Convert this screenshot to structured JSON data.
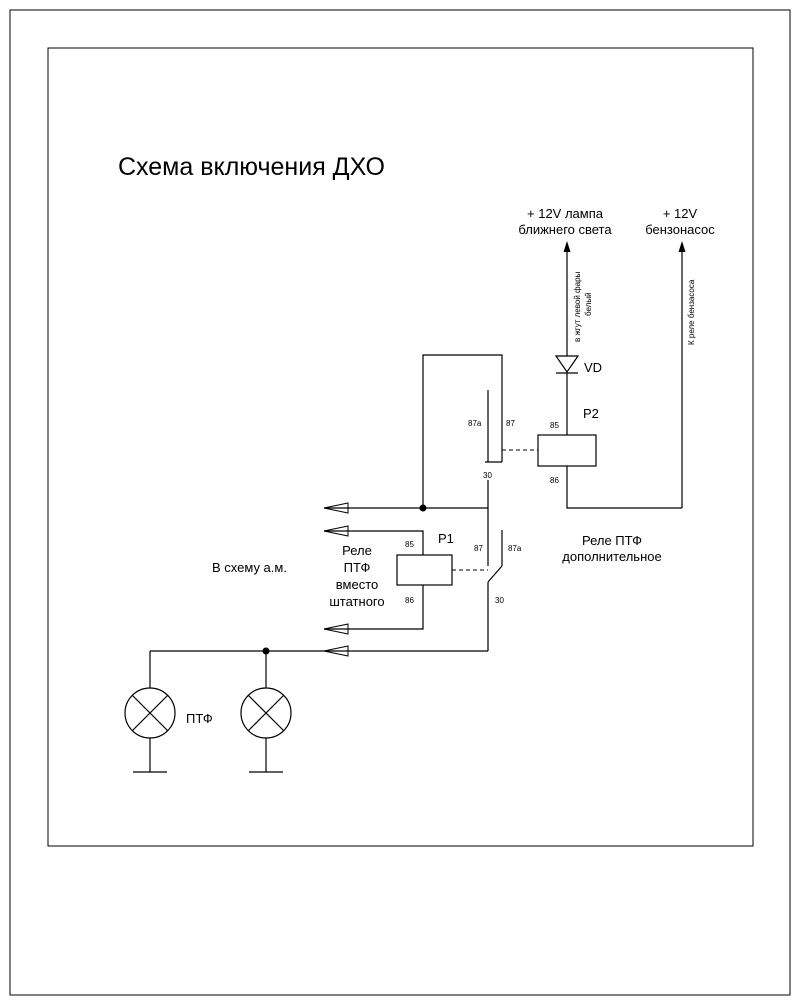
{
  "title": "Схема включения ДХО",
  "supply_low_beam": {
    "line1": "+ 12V лампа",
    "line2": "ближнего света"
  },
  "supply_fuel_pump": {
    "line1": "+ 12V",
    "line2": "бензонасос"
  },
  "wire_notes": {
    "left_headlight_line1": "в жгут левой фары",
    "left_headlight_line2": "белый",
    "fuel_pump_relay": "К реле бензасоса"
  },
  "diode_label": "VD",
  "relay_p2": {
    "name": "P2",
    "pin_85": "85",
    "pin_86": "86",
    "pin_87a": "87a",
    "pin_87": "87",
    "pin_30": "30",
    "caption_line1": "Реле ПТФ",
    "caption_line2": "дополнительное"
  },
  "relay_p1": {
    "name": "P1",
    "pin_85": "85",
    "pin_86": "86",
    "pin_87": "87",
    "pin_87a": "87a",
    "pin_30": "30",
    "caption_line1": "Реле",
    "caption_line2": "ПТФ",
    "caption_line3": "вместо",
    "caption_line4": "штатного"
  },
  "to_circuit_label": "В схему а.м.",
  "lamps_label": "ПТФ"
}
